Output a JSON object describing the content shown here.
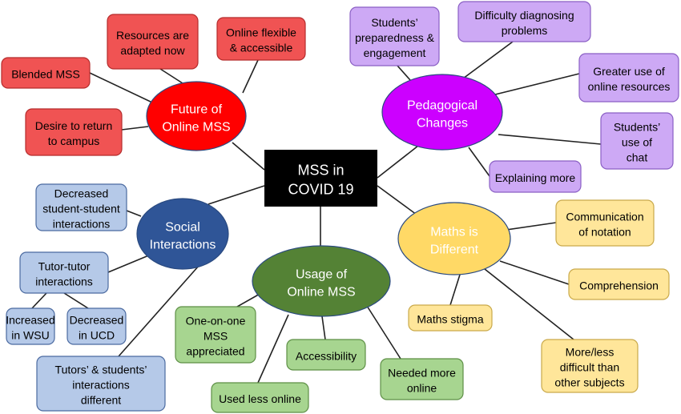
{
  "palette": {
    "red_fill": "#f05353",
    "red_stroke": "#b52c2c",
    "purple_fill": "#cda9f5",
    "purple_stroke": "#8a5fc4",
    "purple_bubble": "#cc00ff",
    "blue_fill": "#b5c9e8",
    "blue_stroke": "#4b6aa0",
    "blue_bubble": "#2f5597",
    "green_fill": "#a7d590",
    "green_stroke": "#5d8f45",
    "green_bubble": "#548235",
    "yellow_fill": "#ffe69a",
    "yellow_stroke": "#c9a94a",
    "yellow_bubble": "#ffd966",
    "red_bubble": "#ff0000",
    "center_fill": "#000000"
  },
  "center": {
    "lines": [
      "MSS in",
      "COVID 19"
    ]
  },
  "themes": [
    {
      "id": "future",
      "lines": [
        "Future of",
        "Online MSS"
      ],
      "color": "red",
      "items": [
        {
          "lines": [
            "Resources are",
            "adapted now"
          ]
        },
        {
          "lines": [
            "Online flexible",
            "& accessible"
          ]
        },
        {
          "lines": [
            "Blended MSS"
          ]
        },
        {
          "lines": [
            "Desire to return",
            "to campus"
          ]
        }
      ]
    },
    {
      "id": "pedagogical",
      "lines": [
        "Pedagogical",
        "Changes"
      ],
      "color": "purple",
      "items": [
        {
          "lines": [
            "Students’",
            "preparedness &",
            "engagement"
          ]
        },
        {
          "lines": [
            "Difficulty diagnosing",
            "problems"
          ]
        },
        {
          "lines": [
            "Greater use of",
            "online resources"
          ]
        },
        {
          "lines": [
            "Students’",
            "use of",
            "chat"
          ]
        },
        {
          "lines": [
            "Explaining more"
          ]
        }
      ]
    },
    {
      "id": "social",
      "lines": [
        "Social",
        "Interactions"
      ],
      "color": "blue",
      "items": [
        {
          "lines": [
            "Decreased",
            "student-student",
            "interactions"
          ]
        },
        {
          "lines": [
            "Tutor-tutor",
            "interactions"
          ]
        },
        {
          "lines": [
            "Increased",
            "in WSU"
          ]
        },
        {
          "lines": [
            "Decreased",
            "in UCD"
          ]
        },
        {
          "lines": [
            "Tutors’ & students’",
            "interactions",
            "different"
          ]
        }
      ]
    },
    {
      "id": "usage",
      "lines": [
        "Usage of",
        "Online MSS"
      ],
      "color": "green",
      "items": [
        {
          "lines": [
            "One-on-one",
            "MSS",
            "appreciated"
          ]
        },
        {
          "lines": [
            "Accessibility"
          ]
        },
        {
          "lines": [
            "Needed more",
            "online"
          ]
        },
        {
          "lines": [
            "Used less online"
          ]
        }
      ]
    },
    {
      "id": "maths",
      "lines": [
        "Maths is",
        "Different"
      ],
      "color": "yellow",
      "items": [
        {
          "lines": [
            "Communication",
            "of notation"
          ]
        },
        {
          "lines": [
            "Comprehension"
          ]
        },
        {
          "lines": [
            "Maths stigma"
          ]
        },
        {
          "lines": [
            "More/less",
            "difficult than",
            "other subjects"
          ]
        }
      ]
    }
  ]
}
